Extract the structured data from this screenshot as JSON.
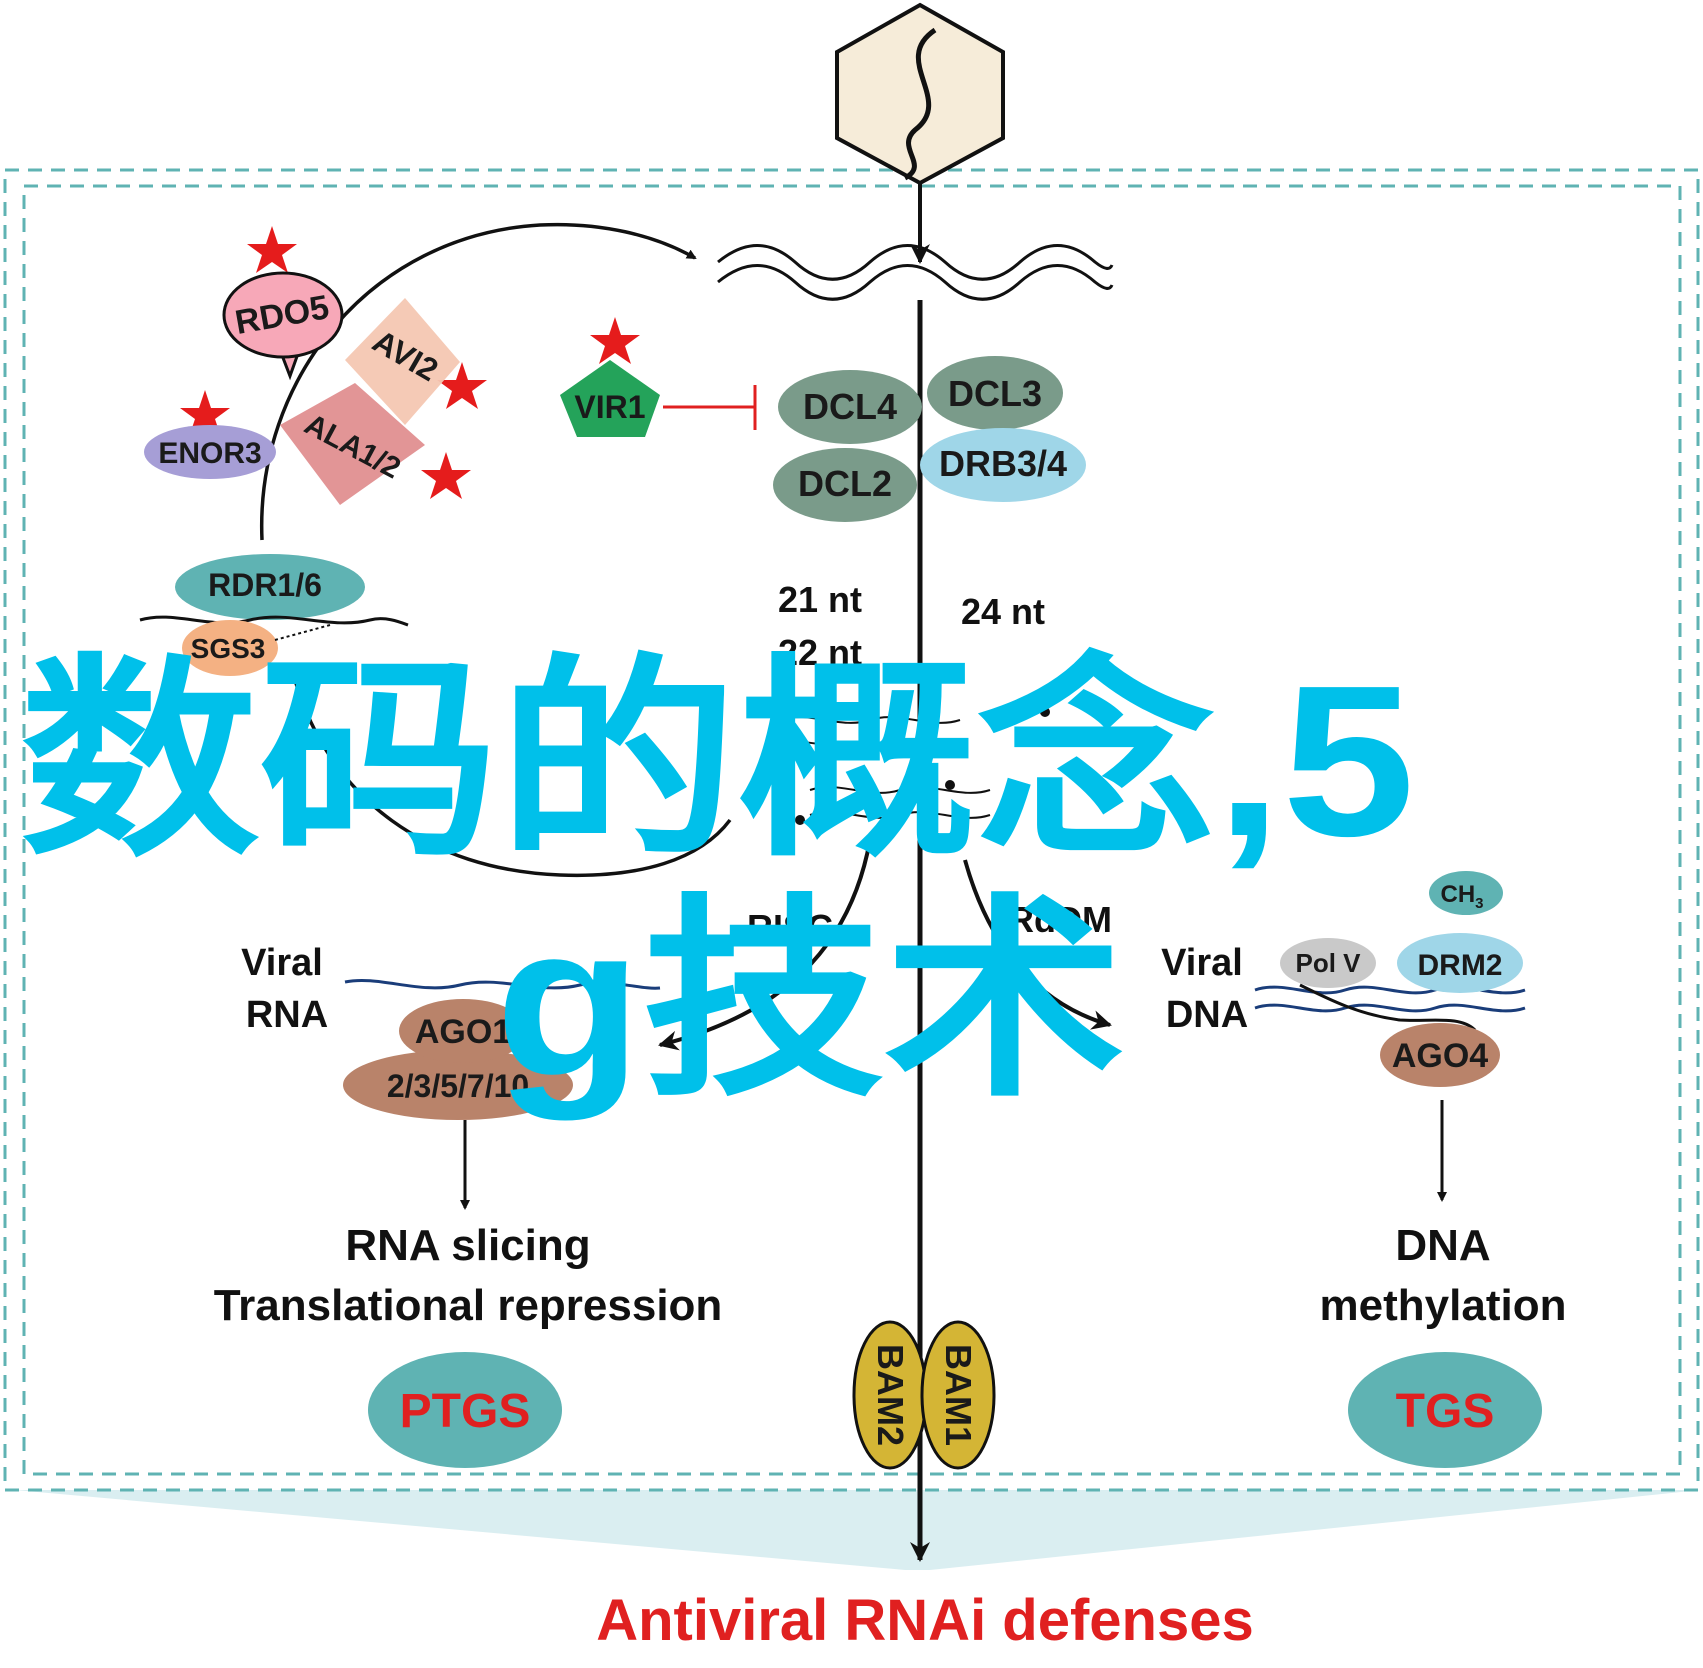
{
  "colors": {
    "frame": "#5fb3b3",
    "panel_fill": "#d4ebee",
    "accent_red": "#e02020",
    "overlay_text": "#00c0ea",
    "line": "#111111",
    "star": "#e51c1c"
  },
  "labels": {
    "rdo5": "RDO5",
    "avi2": "AVI2",
    "enor3": "ENOR3",
    "ala12": "ALA1/2",
    "rdr16": "RDR1/6",
    "sgs3": "SGS3",
    "vir1": "VIR1",
    "dcl4": "DCL4",
    "dcl3": "DCL3",
    "dcl2": "DCL2",
    "drb34": "DRB3/4",
    "nt21": "21 nt",
    "nt22": "22 nt",
    "nt24": "24 nt",
    "risc": "RISC",
    "rddm": "RdDM",
    "viral_rna_1": "Viral",
    "viral_rna_2": "RNA",
    "viral_dna_1": "Viral",
    "viral_dna_2": "DNA",
    "ago1": "AGO1",
    "ago_group": "2/3/5/7/10",
    "pol_v": "Pol V",
    "drm2": "DRM2",
    "ch3": "CH",
    "ch3_sub": "3",
    "ago4": "AGO4",
    "rna_slicing": "RNA slicing",
    "translational_repression": "Translational repression",
    "dna": "DNA",
    "methylation": "methylation",
    "ptgs": "PTGS",
    "tgs": "TGS",
    "bam2": "BAM2",
    "bam1": "BAM1"
  },
  "bottom_title": "Antiviral RNAi defenses",
  "overlay": {
    "line1": "数码的概念,5",
    "line2": "g技术"
  }
}
